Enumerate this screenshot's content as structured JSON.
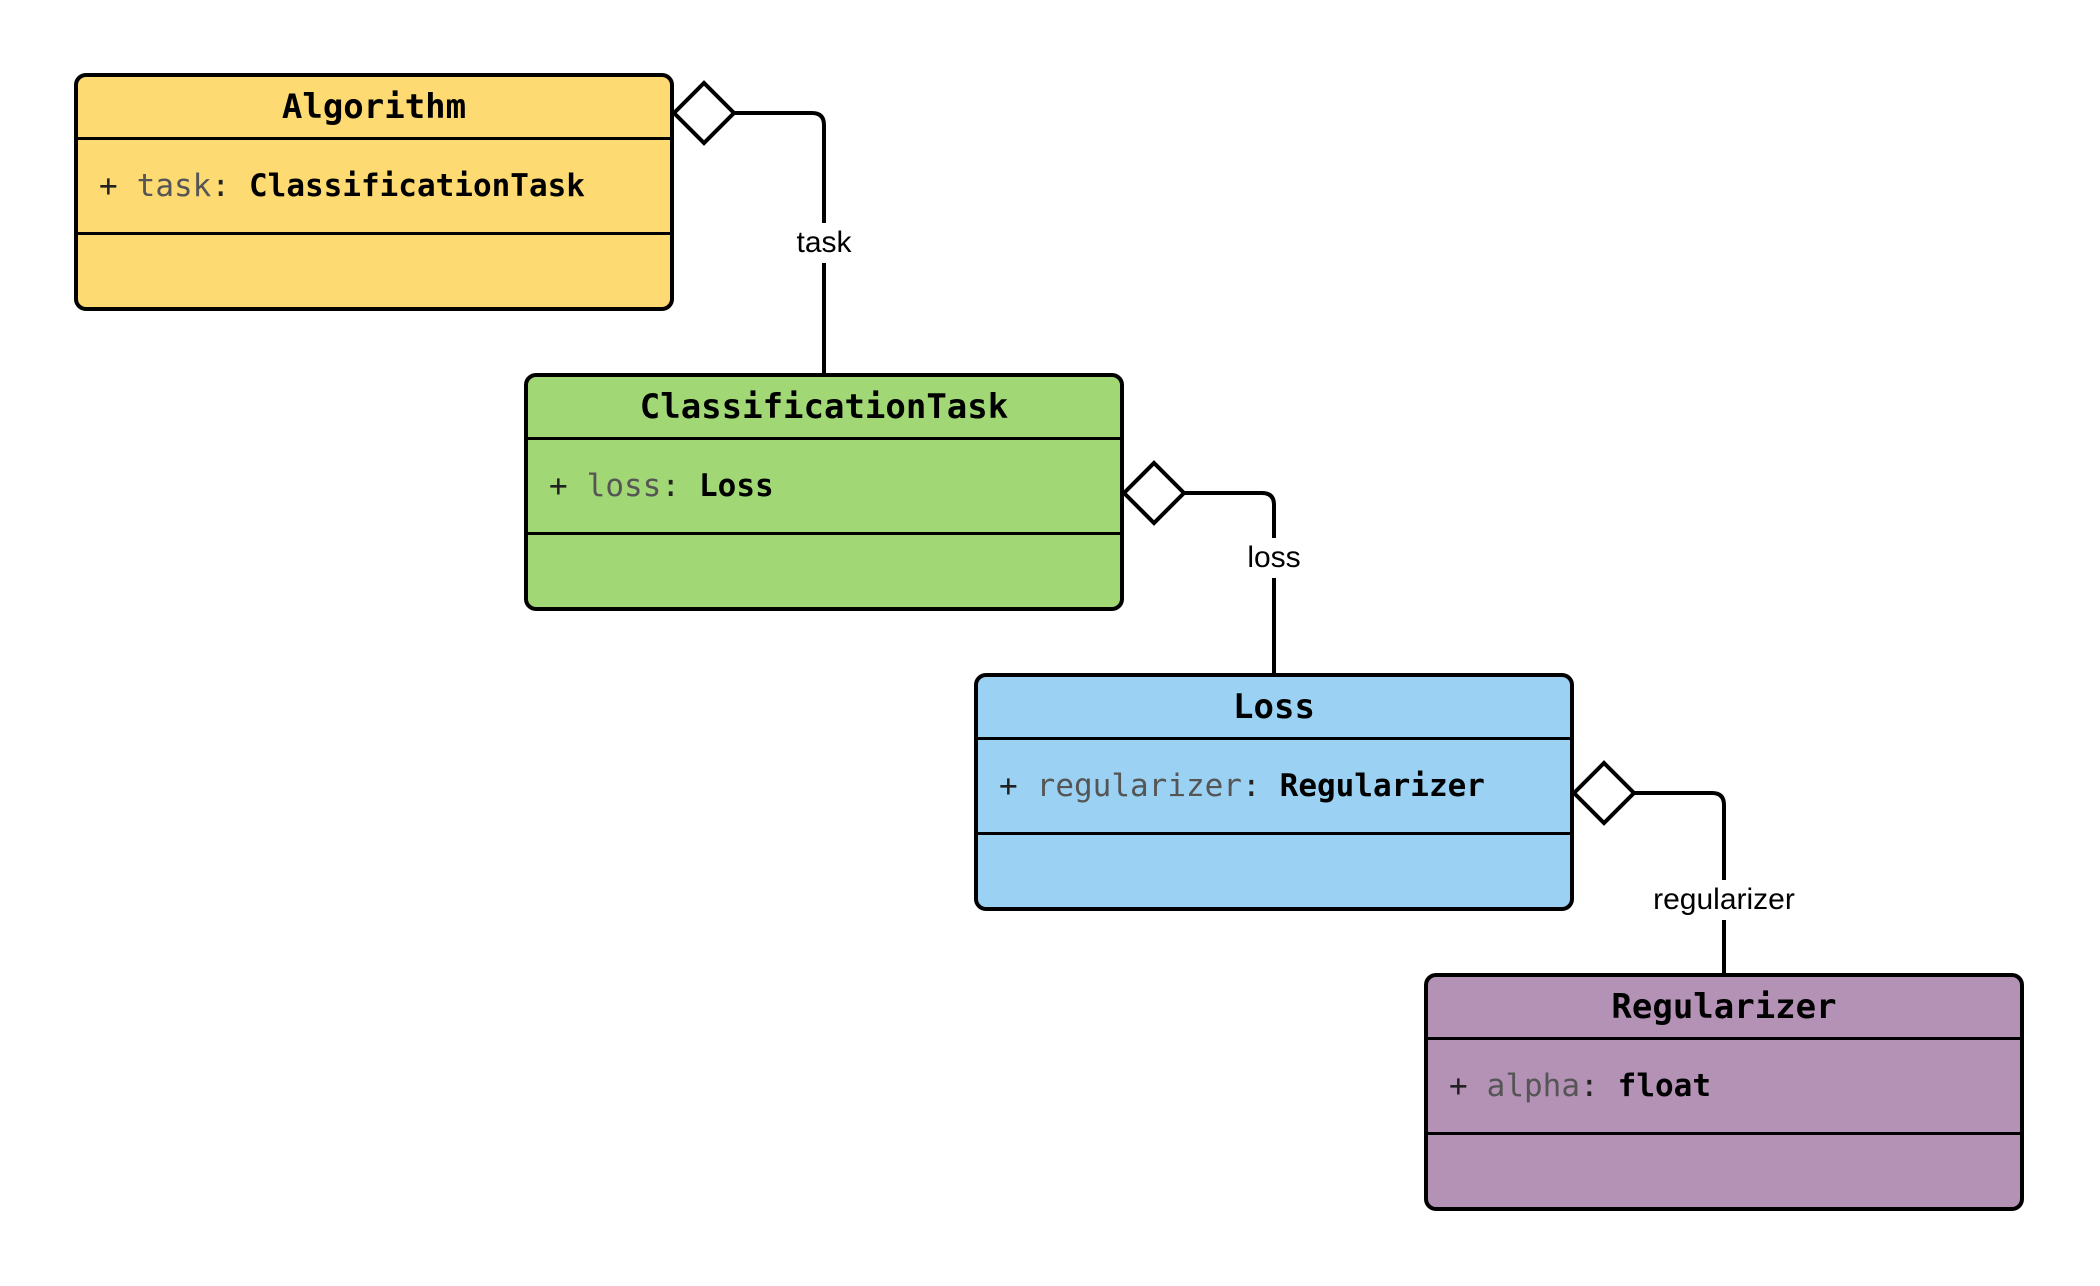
{
  "diagram": {
    "kind": "UML class diagram",
    "background": "#ffffff",
    "line_color": "#000000"
  },
  "classes": [
    {
      "name": "Algorithm",
      "fill": "#fdda72",
      "attribute": {
        "visibility": "+",
        "name": "task",
        "colon": ":",
        "type": "ClassificationTask"
      }
    },
    {
      "name": "ClassificationTask",
      "fill": "#a1d775",
      "attribute": {
        "visibility": "+",
        "name": "loss",
        "colon": ":",
        "type": "Loss"
      }
    },
    {
      "name": "Loss",
      "fill": "#9bd2f3",
      "attribute": {
        "visibility": "+",
        "name": "regularizer",
        "colon": ":",
        "type": "Regularizer"
      }
    },
    {
      "name": "Regularizer",
      "fill": "#b392b6",
      "attribute": {
        "visibility": "+",
        "name": "alpha",
        "colon": ":",
        "type": "float"
      }
    }
  ],
  "relations": [
    {
      "kind": "aggregation",
      "from": "Algorithm",
      "to": "ClassificationTask",
      "label": "task"
    },
    {
      "kind": "aggregation",
      "from": "ClassificationTask",
      "to": "Loss",
      "label": "loss"
    },
    {
      "kind": "aggregation",
      "from": "Loss",
      "to": "Regularizer",
      "label": "regularizer"
    }
  ],
  "palette": {
    "yellow": "#fdda72",
    "green": "#a1d775",
    "blue": "#9bd2f3",
    "purple": "#b392b6",
    "border": "#000000",
    "attribute_name_text": "#555555",
    "text": "#000000"
  }
}
